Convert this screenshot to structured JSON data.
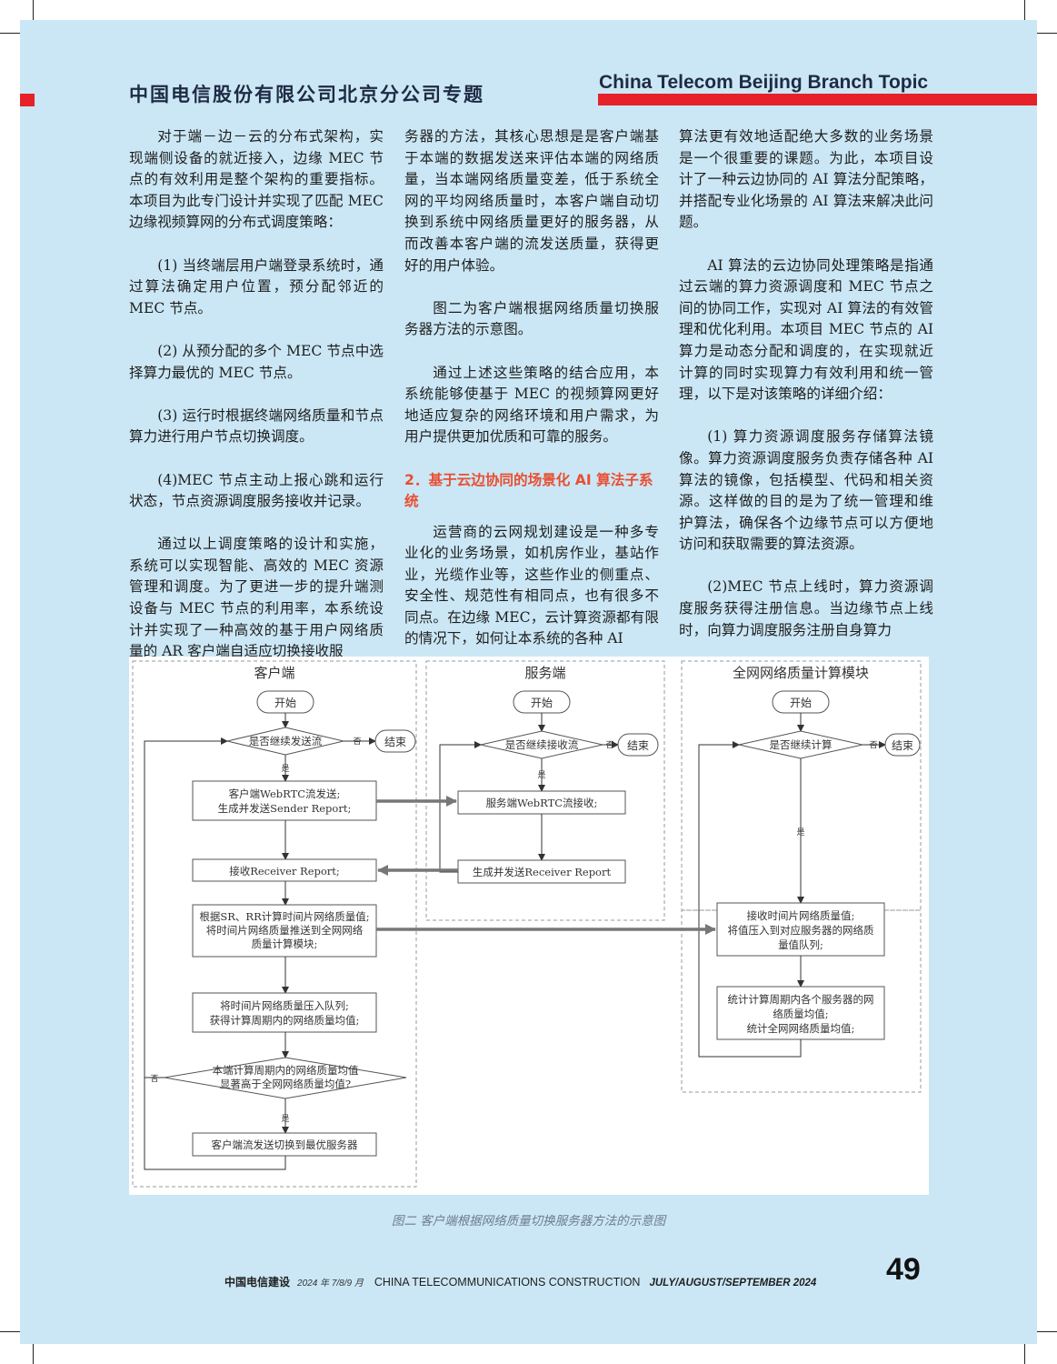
{
  "header": {
    "title_cn": "中国电信股份有限公司北京分公司专题",
    "title_en": "China Telecom Beijing Branch Topic"
  },
  "columns": {
    "col1": [
      "对于端－边－云的分布式架构，实现端侧设备的就近接入，边缘 MEC 节点的有效利用是整个架构的重要指标。本项目为此专门设计并实现了匹配 MEC 边缘视频算网的分布式调度策略：",
      "(1) 当终端层用户端登录系统时，通过算法确定用户位置，预分配邻近的 MEC 节点。",
      "(2) 从预分配的多个 MEC 节点中选择算力最优的 MEC 节点。",
      "(3) 运行时根据终端网络质量和节点算力进行用户节点切换调度。",
      "(4)MEC 节点主动上报心跳和运行状态，节点资源调度服务接收并记录。",
      "通过以上调度策略的设计和实施，系统可以实现智能、高效的 MEC 资源管理和调度。为了更进一步的提升端测设备与 MEC 节点的利用率，本系统设计并实现了一种高效的基于用户网络质量的 AR 客户端自适应切换接收服"
    ],
    "col2": [
      "务器的方法，其核心思想是是客户端基于本端的数据发送来评估本端的网络质量，当本端网络质量变差，低于系统全网的平均网络质量时，本客户端自动切换到系统中网络质量更好的服务器，从而改善本客户端的流发送质量，获得更好的用户体验。",
      "图二为客户端根据网络质量切换服务器方法的示意图。",
      "通过上述这些策略的结合应用，本系统能够使基于 MEC 的视频算网更好地适应复杂的网络环境和用户需求，为用户提供更加优质和可靠的服务。",
      "运营商的云网规划建设是一种多专业化的业务场景，如机房作业，基站作业，光缆作业等，这些作业的侧重点、安全性、规范性有相同点，也有很多不同点。在边缘 MEC，云计算资源都有限的情况下，如何让本系统的各种 AI"
    ],
    "col2_heading": "2．基于云边协同的场景化 AI 算法子系统",
    "col3": [
      "算法更有效地适配绝大多数的业务场景是一个很重要的课题。为此，本项目设计了一种云边协同的 AI 算法分配策略，并搭配专业化场景的 AI 算法来解决此问题。",
      "AI 算法的云边协同处理策略是指通过云端的算力资源调度和 MEC 节点之间的协同工作，实现对 AI 算法的有效管理和优化利用。本项目 MEC 节点的 AI 算力是动态分配和调度的，在实现就近计算的同时实现算力有效利用和统一管理，以下是对该策略的详细介绍：",
      "(1) 算力资源调度服务存储算法镜像。算力资源调度服务负责存储各种 AI 算法的镜像，包括模型、代码和相关资源。这样做的目的是为了统一管理和维护算法，确保各个边缘节点可以方便地访问和获取需要的算法资源。",
      "(2)MEC 节点上线时，算力资源调度服务获得注册信息。当边缘节点上线时，向算力调度服务注册自身算力"
    ]
  },
  "figure": {
    "lanes": [
      "客户端",
      "服务端",
      "全网网络质量计算模块"
    ],
    "client": {
      "start": "开始",
      "decision1": "是否继续发送流",
      "no": "否",
      "yes": "是",
      "end": "结束",
      "box1_l1": "客户端WebRTC流发送;",
      "box1_l2": "生成并发送Sender Report;",
      "box2": "接收Receiver Report;",
      "box3_l1": "根据SR、RR计算时间片网络质量值;",
      "box3_l2": "将时间片网络质量推送到全网网络",
      "box3_l3": "质量计算模块;",
      "box4_l1": "将时间片网络质量压入队列;",
      "box4_l2": "获得计算周期内的网络质量均值;",
      "decision2_l1": "本端计算周期内的网络质量均值",
      "decision2_l2": "显著高于全网网络质量均值?",
      "box5": "客户端流发送切换到最优服务器"
    },
    "server": {
      "start": "开始",
      "decision": "是否继续接收流",
      "no": "否",
      "yes": "是",
      "end": "结束",
      "box1": "服务端WebRTC流接收;",
      "box2": "生成并发送Receiver Report"
    },
    "net": {
      "start": "开始",
      "decision": "是否继续计算",
      "no": "否",
      "yes": "是",
      "end": "结束",
      "box1_l1": "接收时间片网络质量值;",
      "box1_l2": "将值压入到对应服务器的网络质",
      "box1_l3": "量值队列;",
      "box2_l1": "统计计算周期内各个服务器的网",
      "box2_l2": "络质量均值;",
      "box2_l3": "统计全网网络质量均值;"
    },
    "caption": "图二 客户端根据网络质量切换服务器方法的示意图"
  },
  "footer": {
    "magazine_cn": "中国电信建设",
    "date_cn": "2024 年 7/8/9 月",
    "magazine_en": "CHINA TELECOMMUNICATIONS CONSTRUCTION",
    "date_en": "JULY/AUGUST/SEPTEMBER 2024",
    "page_number": "49"
  },
  "colors": {
    "background": "#cbe7f5",
    "accent_red": "#e62129",
    "heading_orange": "#e94e31"
  }
}
